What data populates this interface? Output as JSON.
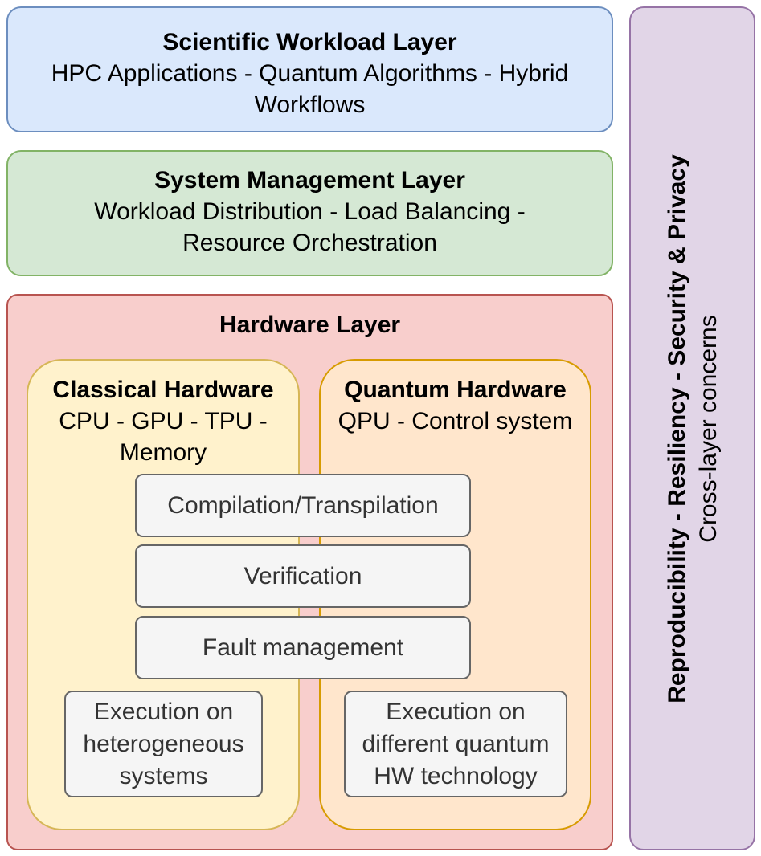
{
  "workload_layer": {
    "title": "Scientific Workload Layer",
    "line1": "HPC Applications - Quantum Algorithms - Hybrid",
    "line2": "Workflows"
  },
  "management_layer": {
    "title": "System Management Layer",
    "line1": "Workload Distribution - Load Balancing -",
    "line2": "Resource Orchestration"
  },
  "hardware_layer": {
    "title": "Hardware Layer",
    "classical": {
      "title": "Classical Hardware",
      "line1": "CPU - GPU - TPU -",
      "line2": "Memory"
    },
    "quantum": {
      "title": "Quantum Hardware",
      "line1": "QPU - Control system"
    },
    "shared_steps": [
      "Compilation/Transpilation",
      "Verification",
      "Fault management"
    ],
    "exec_heterogeneous": [
      "Execution on",
      "heterogeneous",
      "systems"
    ],
    "exec_quantum": [
      "Execution on",
      "different quantum",
      "HW technology"
    ]
  },
  "cross_layer": {
    "title": "Reproducibility - Resiliency - Security & Privacy",
    "subtitle": "Cross-layer concerns"
  },
  "colors": {
    "workload_fill": "#dae8fc",
    "management_fill": "#d5e8d4",
    "hardware_fill": "#f8cecc",
    "classical_fill": "#fff2cc",
    "quantum_fill": "#ffe6cc",
    "step_fill": "#f5f5f5",
    "cross_layer_fill": "#e1d5e7"
  }
}
